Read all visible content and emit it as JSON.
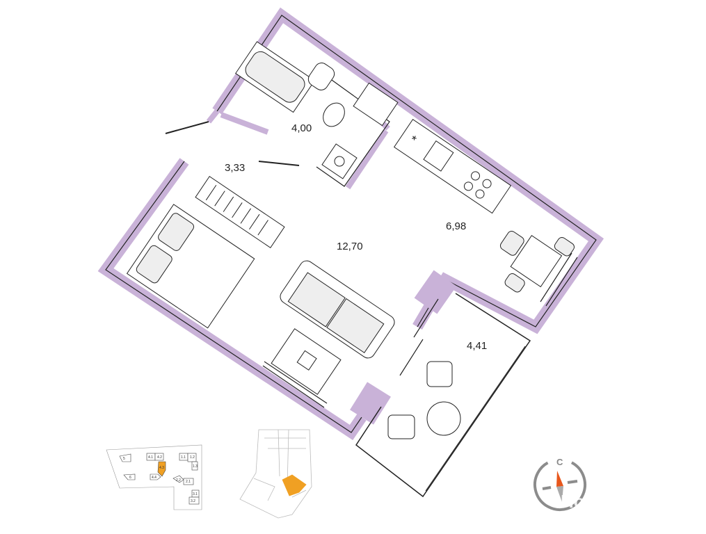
{
  "colors": {
    "wall": "#c9b2d8",
    "line": "#222222",
    "furniture_fill": "#e6e6e6",
    "highlight": "#f0a023",
    "compass_needle": "#e8571c",
    "compass_ring": "#8c8c8c"
  },
  "rooms": [
    {
      "id": "bathroom",
      "area": "4,00"
    },
    {
      "id": "hallway",
      "area": "3,33"
    },
    {
      "id": "living",
      "area": "12,70"
    },
    {
      "id": "kitchen",
      "area": "6,98"
    },
    {
      "id": "balcony",
      "area": "4,41"
    }
  ],
  "site_plan": {
    "sections": [
      "5",
      "6",
      "4.1",
      "4.2",
      "4.3",
      "4.4",
      "1.1",
      "1.2",
      "1.3",
      "2.2",
      "2.1",
      "3.1",
      "3.2"
    ],
    "highlighted": "4.3"
  },
  "compass": {
    "north_label": "С"
  },
  "watermark": "Новострой-СПб"
}
